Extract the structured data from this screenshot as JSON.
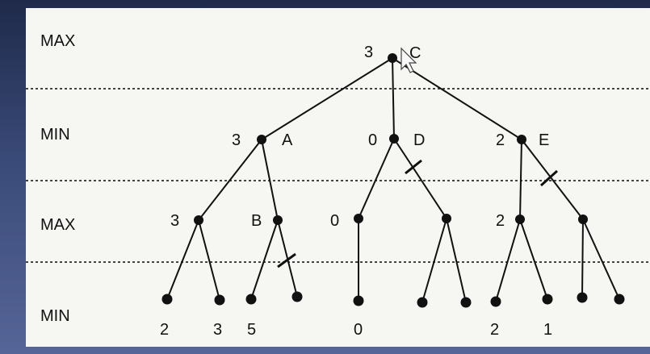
{
  "levels": [
    "MAX",
    "MIN",
    "MAX",
    "MIN"
  ],
  "nodes": {
    "C": {
      "name": "C",
      "value": "3"
    },
    "A": {
      "name": "A",
      "value": "3"
    },
    "D": {
      "name": "D",
      "value": "0"
    },
    "E": {
      "name": "E",
      "value": "2"
    },
    "A1": {
      "value": "3"
    },
    "B": {
      "name": "B",
      "value": ""
    },
    "D1": {
      "value": "0"
    },
    "E1": {
      "value": "2"
    }
  },
  "leaf_values": [
    "2",
    "3",
    "5",
    "",
    "0",
    "",
    "",
    "2",
    "1",
    "",
    ""
  ]
}
